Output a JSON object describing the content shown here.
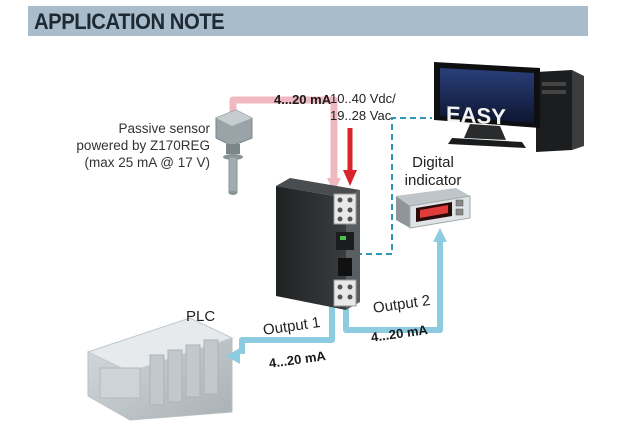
{
  "header": {
    "title": "APPLICATION NOTE"
  },
  "sensor": {
    "lines": [
      "Passive sensor",
      "powered by Z170REG",
      "(max 25 mA @ 17 V)"
    ]
  },
  "power_supply": {
    "lines": [
      "10..40 Vdc/",
      "19..28 Vac"
    ]
  },
  "digital_indicator": {
    "lines": [
      "Digital",
      "indicator"
    ]
  },
  "pc": {
    "screen_text": "EASY"
  },
  "plc": {
    "label": "PLC"
  },
  "outputs": {
    "output1": {
      "label": "Output 1",
      "current": "4...20 mA"
    },
    "output2": {
      "label": "Output 2",
      "current": "4...20 mA"
    }
  },
  "sensor_current": "4...20 mA",
  "colors": {
    "header_bg": "#a9bccb",
    "sensor_line": "#f0b8bf",
    "power_arrow": "#d8242b",
    "output_line": "#8ccbe0",
    "pc_link": "#2a98b8",
    "device_body": "#2a2c2d"
  }
}
